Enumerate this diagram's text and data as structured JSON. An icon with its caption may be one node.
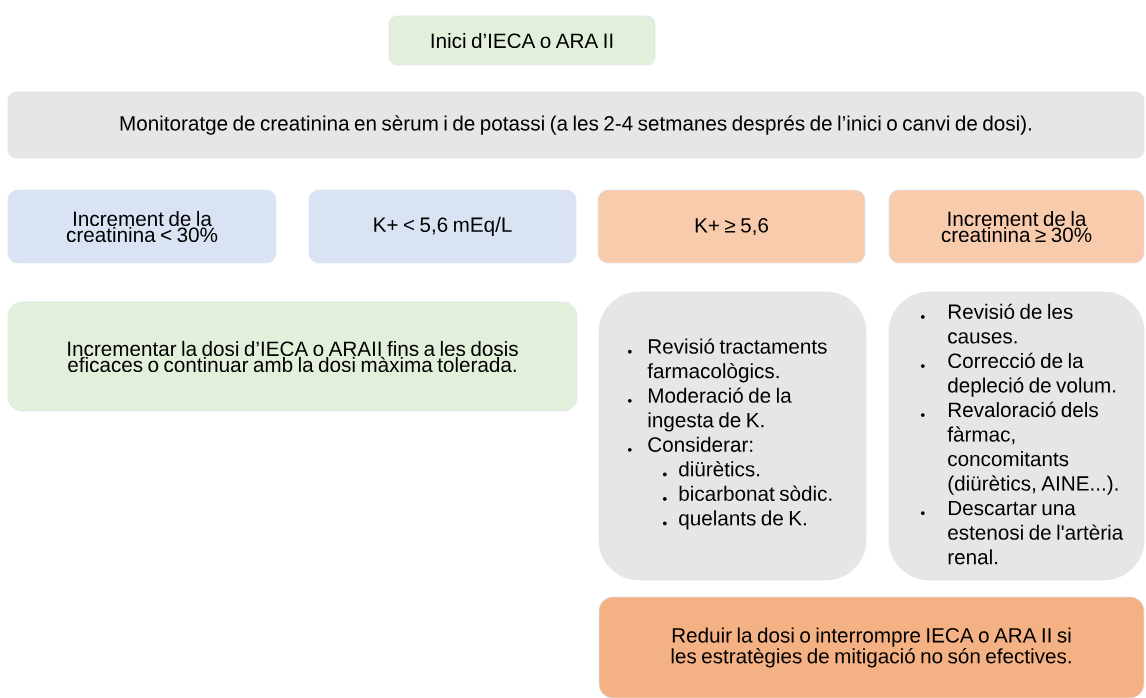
{
  "diagram": {
    "nodes": [
      {
        "text": [
          "Inici d’IECA o ARA II"
        ]
      },
      {
        "text": [
          "Monitoratge de creatinina en sèrum i de potassi (a les 2-4 setmanes després de l’inici o canvi de dosi)."
        ]
      },
      {
        "text": [
          "Increment de la creatinina < 30%"
        ]
      },
      {
        "text": [
          "K+ < 5,6 mEq/L"
        ]
      },
      {
        "text": [
          "K+ ≥ 5,6"
        ]
      },
      {
        "text": [
          "Increment de la creatinina ≥ 30%"
        ]
      },
      {
        "text": [
          "Incrementar la dosi d’IECA o ARAII  fins a les dosis eficaces o continuar amb la dosi màxima tolerada."
        ]
      },
      {
        "text": [
          "Revisió tractaments farmacològics.",
          "Moderació de la ingesta de K.",
          "Considerar:",
          "diürètics.",
          "bicarbonat sòdic.",
          "quelants de K."
        ]
      },
      {
        "text": [
          "Revisió de les causes.",
          "Correcció de la depleció de volum.",
          "Revaloració dels fàrmac, concomitants (diürètics, AINE...).",
          "Descartar una estenosi de l'artèria renal."
        ]
      },
      {
        "text": [
          "Reduir la dosi o interrompre IECA o ARA II si les estratègies de mitigació no són efectives."
        ]
      }
    ]
  }
}
